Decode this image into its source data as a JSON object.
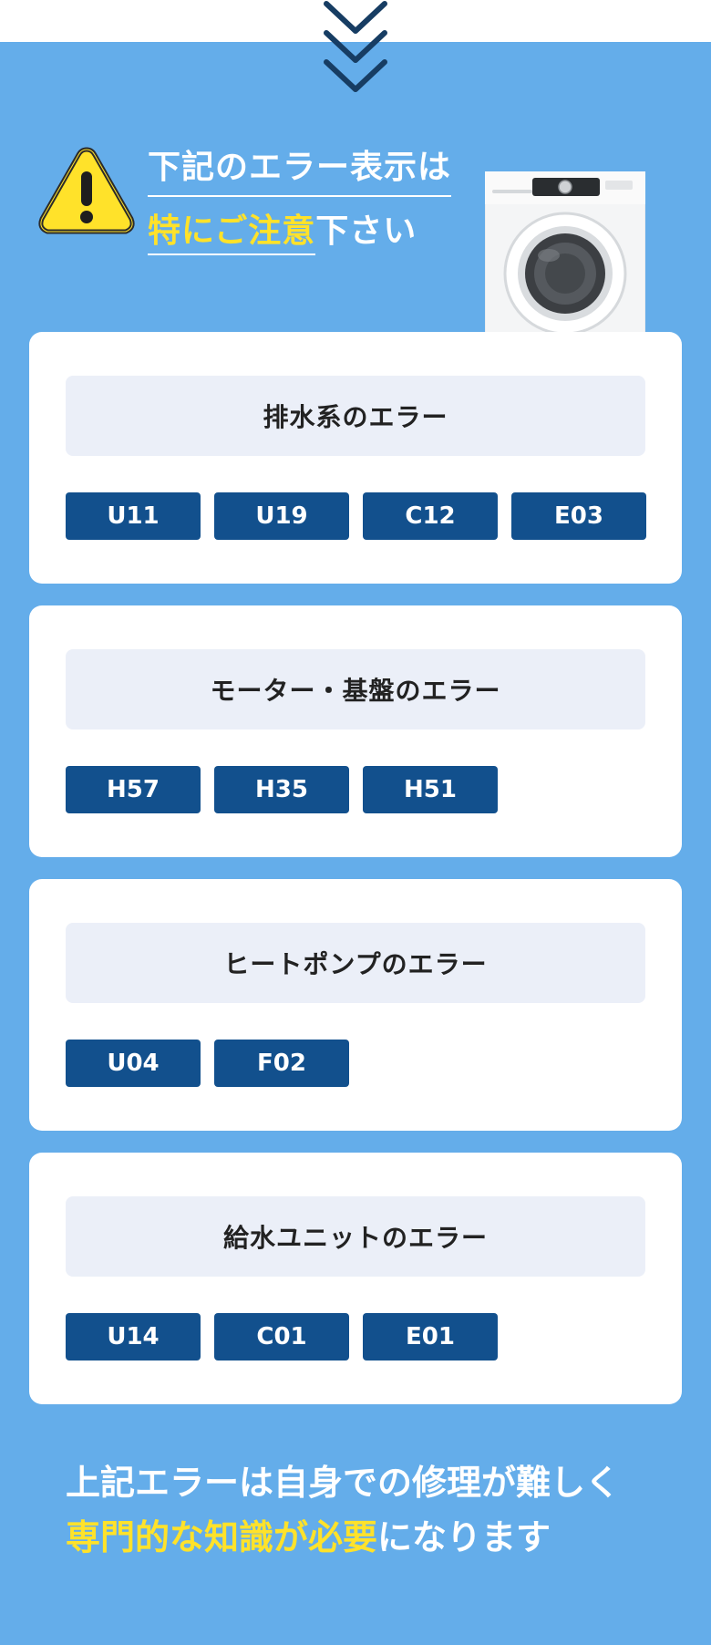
{
  "headline": {
    "line1": "下記のエラー表示は",
    "line2_highlight": "特にご注意",
    "line2_rest": "下さい"
  },
  "error_groups": [
    {
      "title": "排水系のエラー",
      "codes": [
        "U11",
        "U19",
        "C12",
        "E03"
      ]
    },
    {
      "title": "モーター・基盤のエラー",
      "codes": [
        "H57",
        "H35",
        "H51"
      ]
    },
    {
      "title": "ヒートポンプのエラー",
      "codes": [
        "U04",
        "F02"
      ]
    },
    {
      "title": "給水ユニットのエラー",
      "codes": [
        "U14",
        "C01",
        "E01"
      ]
    }
  ],
  "footer": {
    "line1": "上記エラーは自身での修理が難しく",
    "line2_highlight": "専門的な知識が必要",
    "line2_rest": "になります"
  },
  "icons": {
    "chevrons": "triple-chevron-down-icon",
    "warning": "warning-triangle-icon",
    "washer": "washing-machine-image"
  },
  "colors": {
    "background": "#64adea",
    "highlight": "#ffe22a",
    "code_badge": "#12508d",
    "card_title_bg": "#ebeff8",
    "warning_yellow": "#ffe22a"
  }
}
